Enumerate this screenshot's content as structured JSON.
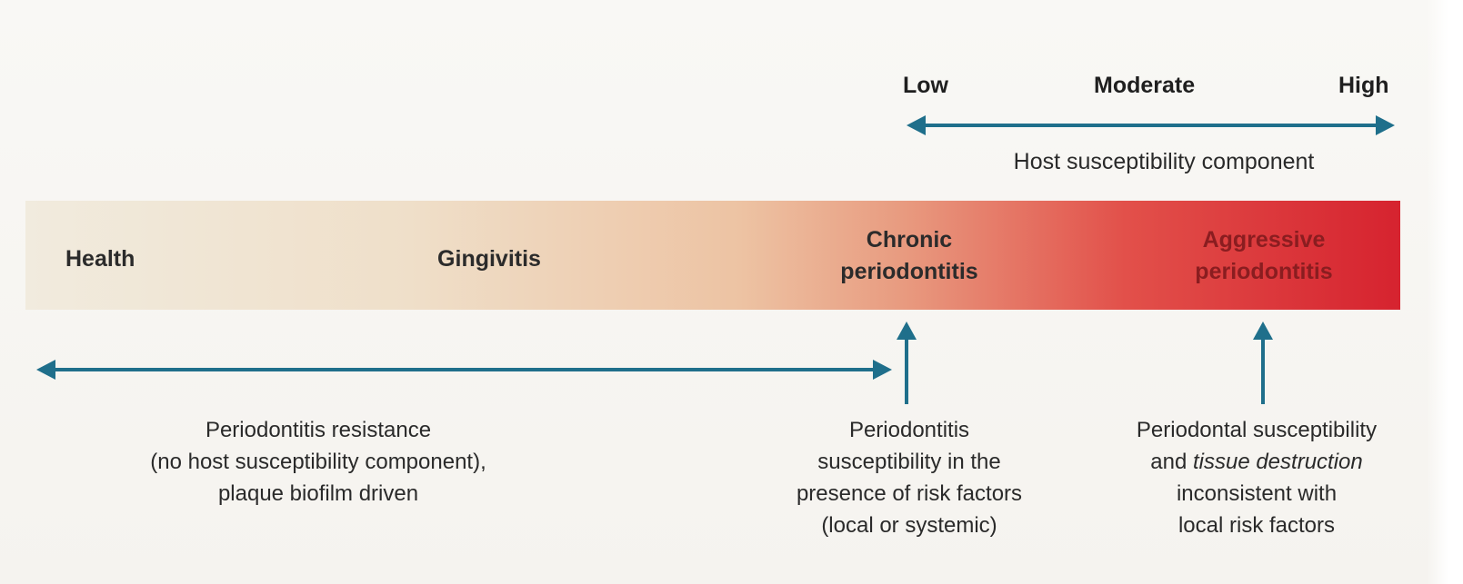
{
  "scale": {
    "low": "Low",
    "moderate": "Moderate",
    "high": "High",
    "caption": "Host susceptibility component"
  },
  "stages": {
    "health": "Health",
    "gingivitis": "Gingivitis",
    "chronic_line1": "Chronic",
    "chronic_line2": "periodontitis",
    "aggressive_line1": "Aggressive",
    "aggressive_line2": "periodontitis"
  },
  "descriptions": {
    "resistance": [
      "Periodontitis resistance",
      "(no host susceptibility component),",
      "plaque biofilm driven"
    ],
    "chronic": [
      "Periodontitis",
      "susceptibility in the",
      "presence of risk factors",
      "(local or systemic)"
    ],
    "aggressive_line1": "Periodontal susceptibility",
    "aggressive_line2_pre": "and ",
    "aggressive_line2_em": "tissue destruction",
    "aggressive_line3": "inconsistent with",
    "aggressive_line4": "local risk factors"
  },
  "colors": {
    "arrow": "#1f6f8b",
    "band_start": "#f1ebde",
    "band_end": "#d6232f"
  }
}
